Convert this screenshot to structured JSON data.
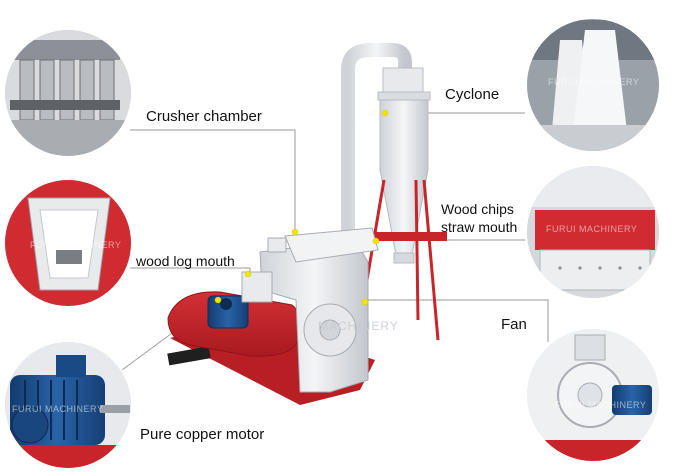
{
  "labels": {
    "crusher_chamber": "Crusher chamber",
    "cyclone": "Cyclone",
    "wood_log_mouth": "wood log mouth",
    "wood_chips_straw_mouth": "Wood chips\nstraw mouth",
    "fan": "Fan",
    "pure_copper_motor": "Pure copper motor"
  },
  "watermarks": {
    "circle": "FURUI MACHINERY",
    "machine": "MACHINERY"
  },
  "colors": {
    "leader_line": "#9a9a9a",
    "marker": "#f2e600",
    "machine_red": "#c8252a",
    "machine_white": "#eef0f3",
    "motor_blue": "#1d4f8f"
  }
}
